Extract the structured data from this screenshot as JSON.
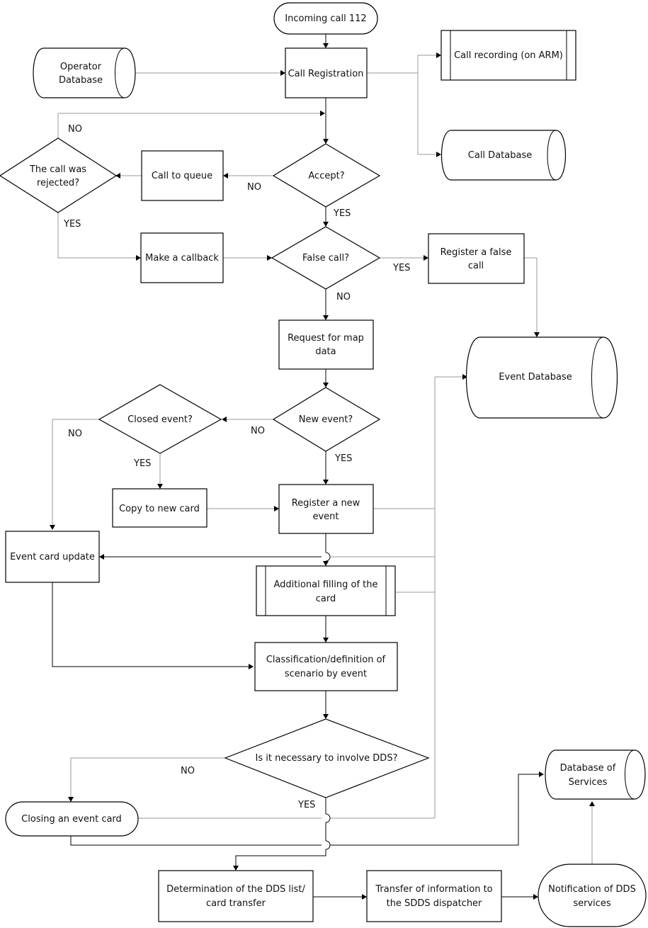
{
  "diagram": {
    "nodes": {
      "incoming_call": "Incoming call 112",
      "operator_db": [
        "Operator",
        "Database"
      ],
      "call_registration": "Call Registration",
      "call_recording": "Call recording (on ARM)",
      "call_database": "Call Database",
      "call_rejected": [
        "The call was",
        "rejected?"
      ],
      "call_to_queue": "Call to queue",
      "accept": "Accept?",
      "make_callback": "Make a callback",
      "false_call": "False call?",
      "register_false": [
        "Register a false",
        "call"
      ],
      "request_map": [
        "Request for map",
        "data"
      ],
      "event_database": "Event Database",
      "closed_event": "Closed event?",
      "new_event": "New event?",
      "copy_new_card": "Copy to new card",
      "register_new_event": [
        "Register a new",
        "event"
      ],
      "event_card_update": "Event card update",
      "additional_filling": [
        "Additional filling of the",
        "card"
      ],
      "classification": [
        "Classification/definition of",
        "scenario by event"
      ],
      "involve_dds": "Is it necessary to involve DDS?",
      "db_services": [
        "Database of",
        "Services"
      ],
      "closing_card": "Closing an event card",
      "determination": [
        "Determination of the DDS list/",
        "card transfer"
      ],
      "transfer_info": [
        "Transfer of information to",
        "the SDDS dispatcher"
      ],
      "notification": [
        "Notification of DDS",
        "services"
      ]
    },
    "edge_labels": {
      "no_rejected": "NO",
      "yes_rejected": "YES",
      "no_accept": "NO",
      "yes_accept": "YES",
      "yes_false": "YES",
      "no_false": "NO",
      "no_closed": "NO",
      "yes_closed": "YES",
      "no_new": "NO",
      "yes_new": "YES",
      "no_dds": "NO",
      "yes_dds": "YES"
    }
  }
}
